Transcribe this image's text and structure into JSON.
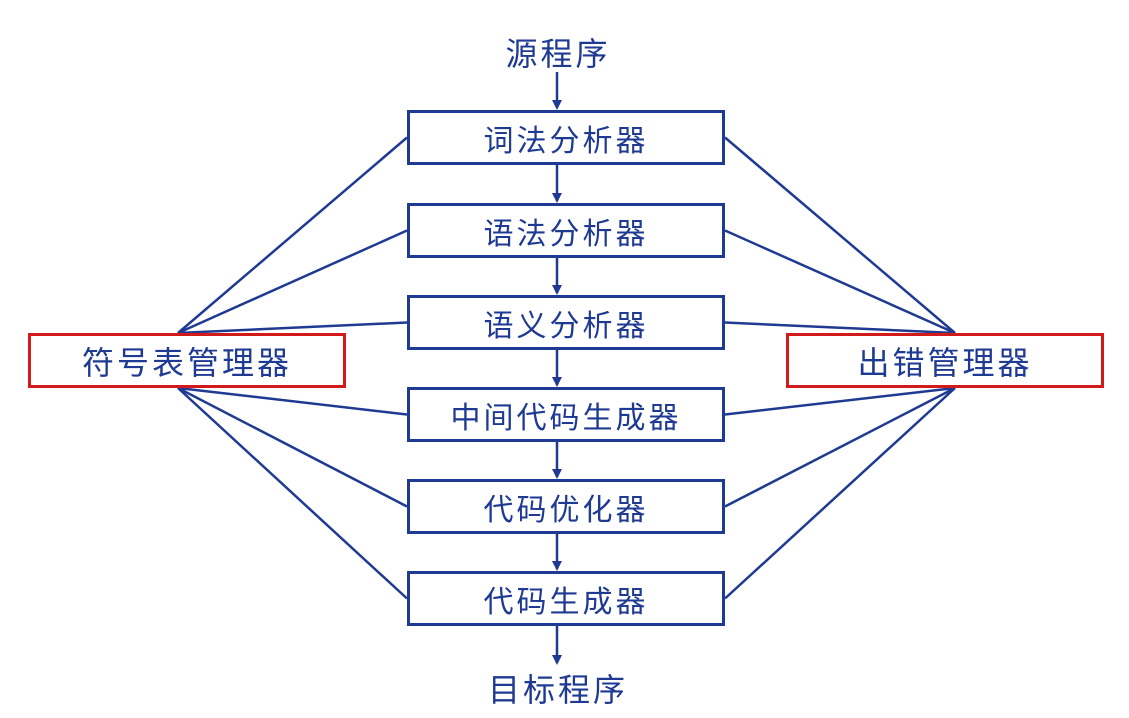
{
  "diagram": {
    "source": "源程序",
    "target": "目标程序",
    "stages": [
      "词法分析器",
      "语法分析器",
      "语义分析器",
      "中间代码生成器",
      "代码优化器",
      "代码生成器"
    ],
    "left_manager": "符号表管理器",
    "right_manager": "出错管理器",
    "colors": {
      "line": "#1f3a93",
      "side_border": "#d21a1a",
      "text": "#1f3a93"
    }
  }
}
